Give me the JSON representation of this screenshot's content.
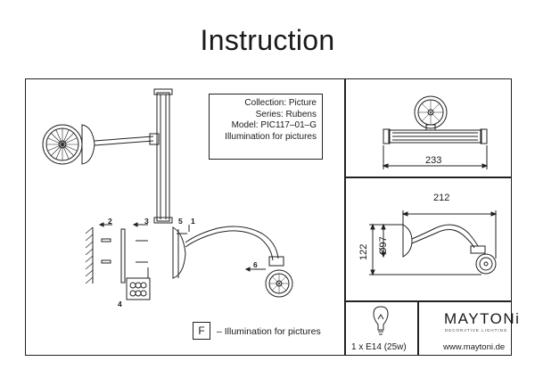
{
  "title": "Instruction",
  "info": {
    "collection": "Collection: Picture",
    "series": "Series: Rubens",
    "model": "Model: PIC117–01–G",
    "purpose": "Illumination for pictures"
  },
  "legend": {
    "icon_char": "F",
    "text": "– Illumination for pictures"
  },
  "dimensions": {
    "width_top": "233",
    "width_side": "212",
    "height_side": "122",
    "diameter": "Ø97"
  },
  "step_numbers": [
    "1",
    "2",
    "3",
    "4",
    "5",
    "6"
  ],
  "lamp": {
    "spec": "1 x E14 (25w)"
  },
  "brand": {
    "name": "MAYTONi",
    "tagline": "DECORATIVE LIGHTING",
    "website": "www.maytoni.de"
  }
}
